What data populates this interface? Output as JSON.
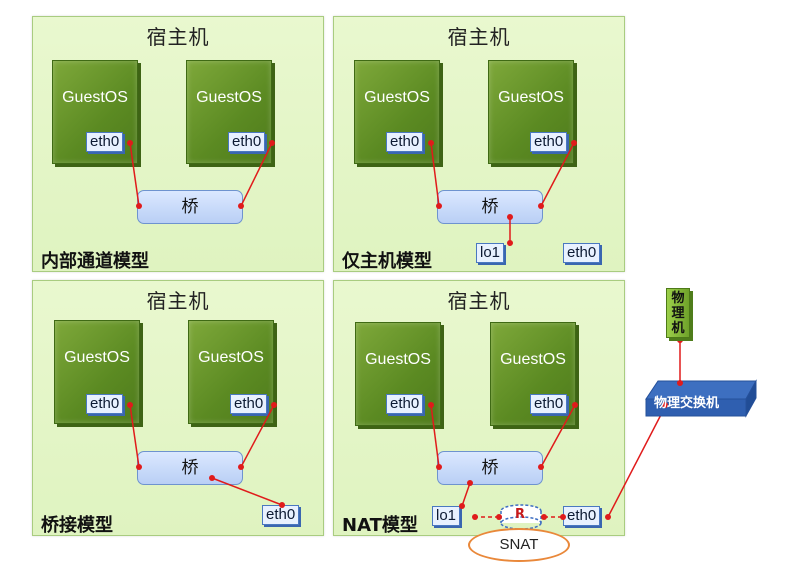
{
  "host_title": "宿主机",
  "guest_label": "GuestOS",
  "bridge_label": "桥",
  "eth0": "eth0",
  "lo1": "lo1",
  "models": {
    "internal": "内部通道模型",
    "host_only": "仅主机模型",
    "bridged": "桥接模型",
    "nat": "NAT模型"
  },
  "physical_machine": "物理机",
  "physical_switch": "物理交换机",
  "router": "R",
  "snat": "SNAT",
  "colors": {
    "panel": "#e2f5c6",
    "guest": "#5b8a22",
    "nic": "#e8f1ff",
    "bridge": "#c8dbfa",
    "wire": "#e01b1b",
    "snat_border": "#e9883a",
    "switch": "#2f5fb0"
  }
}
